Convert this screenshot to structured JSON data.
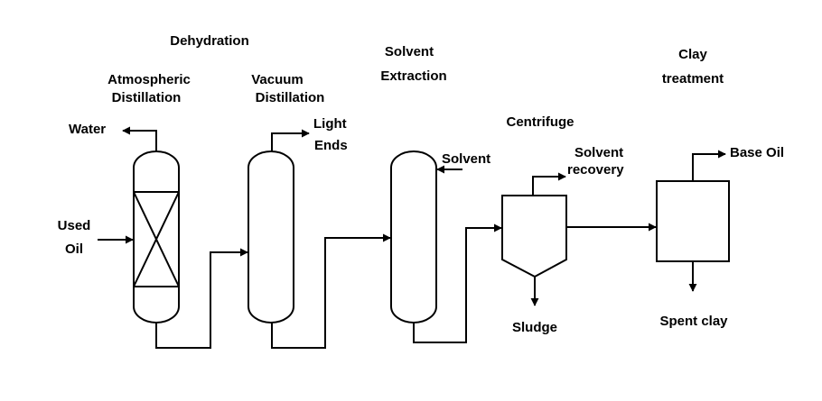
{
  "labels": {
    "dehydration": "Dehydration",
    "atmospheric_1": "Atmospheric",
    "atmospheric_2": "Distillation",
    "vacuum_1": "Vacuum",
    "vacuum_2": "Distillation",
    "solvent_extraction_1": "Solvent",
    "solvent_extraction_2": "Extraction",
    "clay_treatment_1": "Clay",
    "clay_treatment_2": "treatment",
    "centrifuge": "Centrifuge",
    "water": "Water",
    "light_ends_1": "Light",
    "light_ends_2": "Ends",
    "used_oil_1": "Used",
    "used_oil_2": "Oil",
    "solvent_in": "Solvent",
    "solvent_recovery_1": "Solvent",
    "solvent_recovery_2": "recovery",
    "base_oil": "Base Oil",
    "sludge": "Sludge",
    "spent_clay": "Spent clay"
  }
}
